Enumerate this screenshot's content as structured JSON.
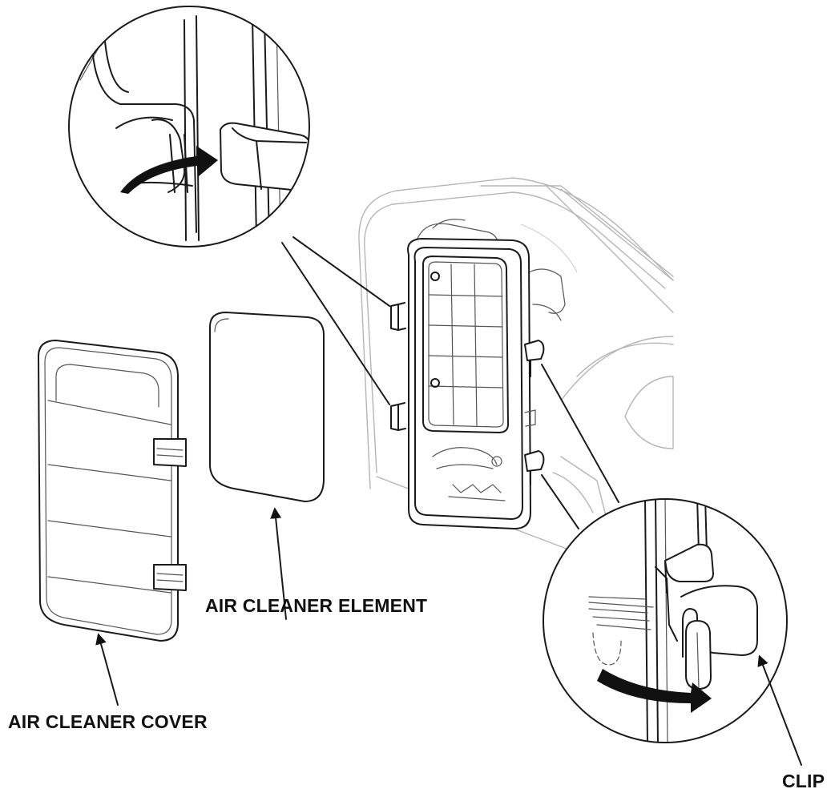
{
  "labels": {
    "element": "AIR CLEANER ELEMENT",
    "cover": "AIR CLEANER COVER",
    "clip": "CLIP"
  }
}
